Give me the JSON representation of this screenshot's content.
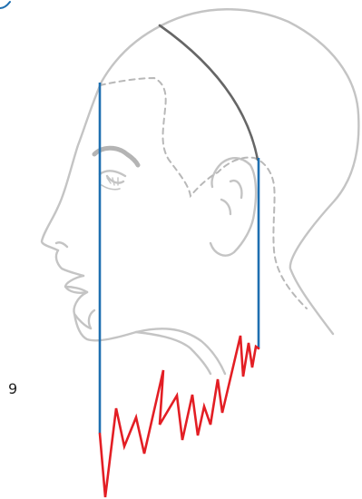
{
  "step": {
    "number": "9"
  },
  "colors": {
    "head_outline": "#c4c4c4",
    "hairline_guide": "#b8b8b8",
    "crown_section": "#666666",
    "vertical_guides": "#1e6fb0",
    "cut_line": "#e31e24",
    "corner_mark": "#1e6fb0"
  },
  "icons": {
    "head_profile": "woman-head-profile-icon",
    "crown_arc": "crown-section-arc",
    "guide_left": "front-vertical-guide",
    "guide_right": "back-vertical-guide",
    "cut": "zigzag-point-cut"
  }
}
